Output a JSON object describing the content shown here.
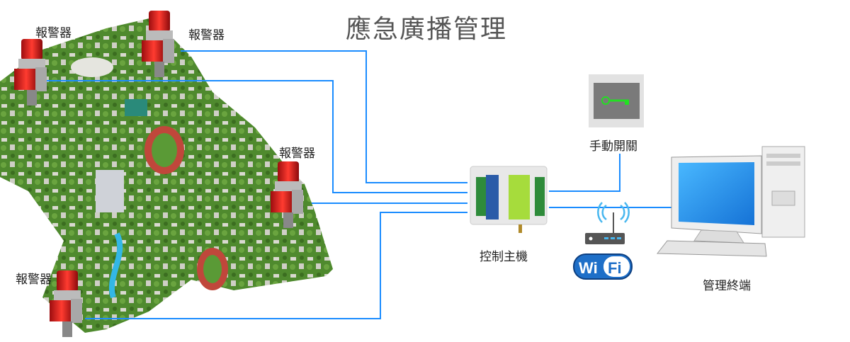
{
  "title": "應急廣播管理",
  "labels": {
    "alarm": "報警器",
    "controller": "控制主機",
    "manual_switch": "手動開關",
    "terminal": "管理終端",
    "wifi_left": "Wi",
    "wifi_right": "Fi"
  },
  "colors": {
    "line": "#1a8cff",
    "map": "#4f8a2e",
    "alarm_red": "#d8191c",
    "key_green": "#22e022"
  }
}
